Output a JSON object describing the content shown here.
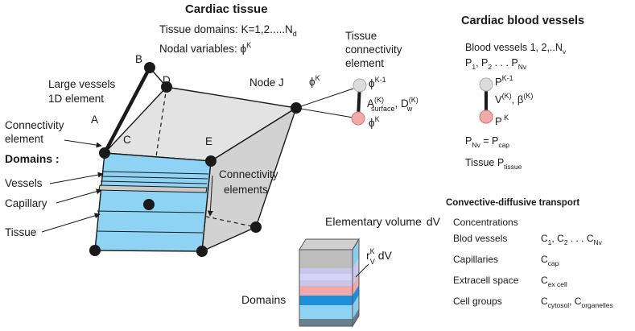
{
  "cardiac_tissue": {
    "title": "Cardiac tissue",
    "domains_prefix": "Tissue domains: K=1,2.....N",
    "domains_sub": "d",
    "nodal_prefix": "Nodal variables: ϕ",
    "nodal_sup": "K"
  },
  "nodes": {
    "A": "A",
    "B": "B",
    "C": "C",
    "D": "D",
    "E": "E",
    "J": "Node J"
  },
  "left_labels": {
    "large_vessels_1": "Large vessels",
    "large_vessels_2": "1D element",
    "connectivity_1": "Connectivity",
    "connectivity_2": "element",
    "domains": "Domains :",
    "vessels": "Vessels",
    "capillary": "Capillary",
    "tissue": "Tissue"
  },
  "connectivity_elements": {
    "line1": "Connectivity",
    "line2": "elements"
  },
  "tissue_connectivity": {
    "line1": "Tissue",
    "line2": "connectivity",
    "line3": "element",
    "phi": "ϕ",
    "phi_sup": "K",
    "top_sup": "K-1",
    "a_label": "A",
    "a_sup": "(K)",
    "a_sub": "surface",
    "d_label": "D",
    "d_sup": "(K)",
    "d_sub": "w",
    "bottom_sup": "K"
  },
  "elementary_volume": {
    "label": "Elementary volume",
    "dv": "dV",
    "r_label": "r",
    "r_sup": "K",
    "r_sub": "V",
    "r_dv": "dV",
    "domains": "Domains"
  },
  "blood_vessels": {
    "title": "Cardiac blood vessels",
    "line1_prefix": "Blood vessels 1, 2,..N",
    "line1_sub": "v",
    "p_list": [
      "P",
      "1",
      ", P",
      "2",
      " . . . P",
      "Nv"
    ],
    "top_p": "P",
    "top_sup": "K-1",
    "v_label": "V",
    "v_sup": "(K)",
    "beta": ", β",
    "beta_sup": "(K)",
    "bottom_p": "P",
    "bottom_sup": " K",
    "eq_left": "P",
    "eq_left_sub": "Nv",
    "eq_mid": " = P",
    "eq_right_sub": "cap",
    "tissue_prefix": "Tissue P",
    "tissue_sub": "tissue"
  },
  "transport": {
    "title": "Convective-diffusive transport",
    "concentrations": "Concentrations",
    "rows": [
      {
        "label": "Blod vessels",
        "value": "C",
        "subs": [
          "1",
          ", C",
          "2",
          " . . . C",
          "Nv"
        ]
      },
      {
        "label": "Capillaries",
        "value": "C",
        "subs": [
          "cap"
        ]
      },
      {
        "label": "Extracell space",
        "value": "C",
        "subs": [
          "ex cell"
        ]
      },
      {
        "label": "Cell groups",
        "value": "C",
        "subs": [
          "cytosol",
          ", C",
          "organelles"
        ]
      }
    ]
  },
  "colors": {
    "tissue_face": "#d9d9d9",
    "blue_face": "#8fd3f4",
    "pink_node": "#f2a9ab",
    "gray_node": "#dcdcdc",
    "dark_blue": "#1f8fd9",
    "light_violet": "#c9c6ec",
    "node_black": "#1a1a1a"
  }
}
